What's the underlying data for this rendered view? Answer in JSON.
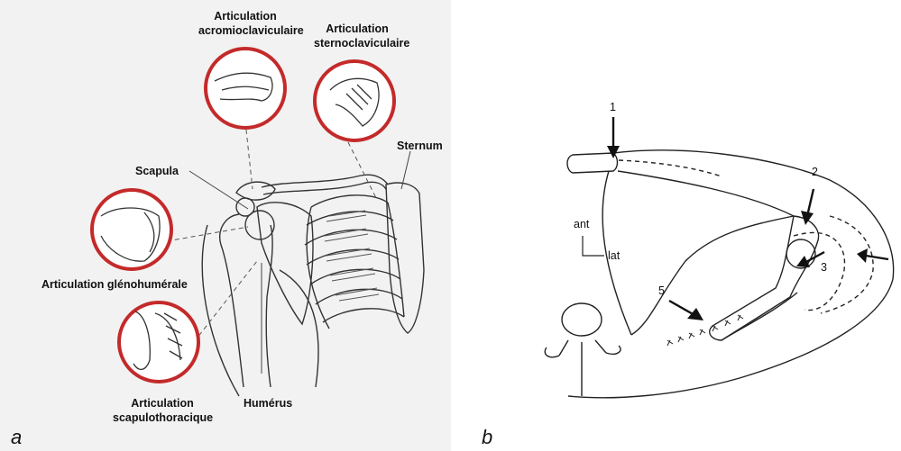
{
  "panel_a": {
    "letter": "a",
    "labels": {
      "acromioclavicular": [
        "Articulation",
        "acromioclaviculaire"
      ],
      "sternoclavicular": [
        "Articulation",
        "sternoclaviculaire"
      ],
      "sternum": "Sternum",
      "scapula": "Scapula",
      "glenohumeral": "Articulation glénohumérale",
      "scapulothoracic": [
        "Articulation",
        "scapulothoracique"
      ],
      "humerus": "Humérus"
    },
    "colors": {
      "circle": "#c42a2a",
      "line": "#555555"
    }
  },
  "panel_b": {
    "letter": "b",
    "orientation": {
      "ant": "ant",
      "lat": "lat"
    },
    "markers": [
      "1",
      "2",
      "3",
      "5"
    ]
  }
}
